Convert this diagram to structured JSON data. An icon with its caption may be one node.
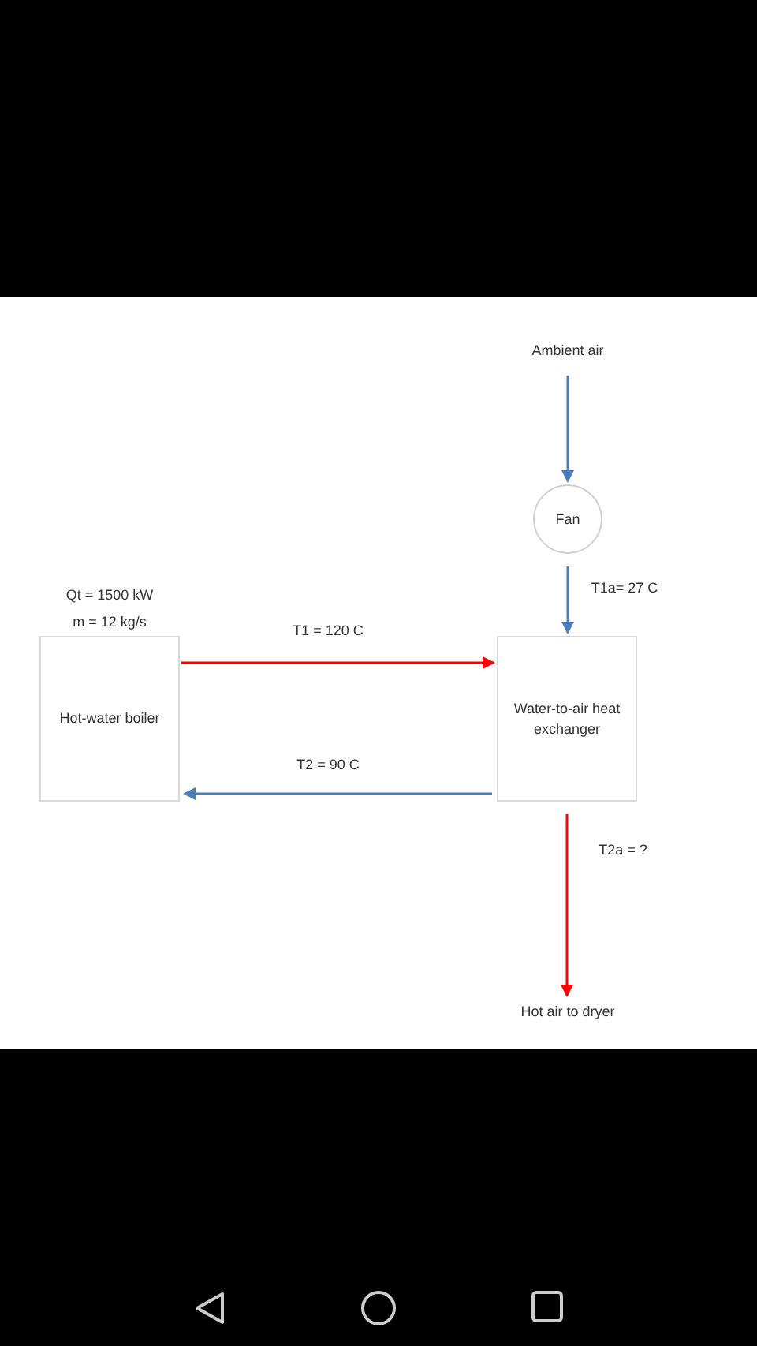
{
  "diagram": {
    "nodes": [
      {
        "text": [
          "Ambient air"
        ]
      },
      {
        "text": [
          "Fan"
        ]
      },
      {
        "text": [
          "Hot-water boiler"
        ],
        "beside": [
          "Qt = 1500 kW",
          "m = 12 kg/s"
        ]
      },
      {
        "text": [
          "Water-to-air heat exchanger"
        ]
      },
      {
        "text": [
          "Hot air to dryer"
        ]
      }
    ],
    "edges": [
      {
        "from": 0,
        "to": 1,
        "arrow": "to"
      },
      {
        "from": 1,
        "to": 3,
        "arrow": "to",
        "label": "T1a= 27 C"
      },
      {
        "from": 2,
        "to": 3,
        "arrow": "to",
        "label": "T1 = 120 C",
        "color": "#ff0000"
      },
      {
        "from": 3,
        "to": 2,
        "arrow": "to",
        "label": "T2 = 90 C"
      },
      {
        "from": 3,
        "to": 4,
        "arrow": "to",
        "label": "T2a = ?",
        "color": "#ff0000"
      }
    ]
  }
}
